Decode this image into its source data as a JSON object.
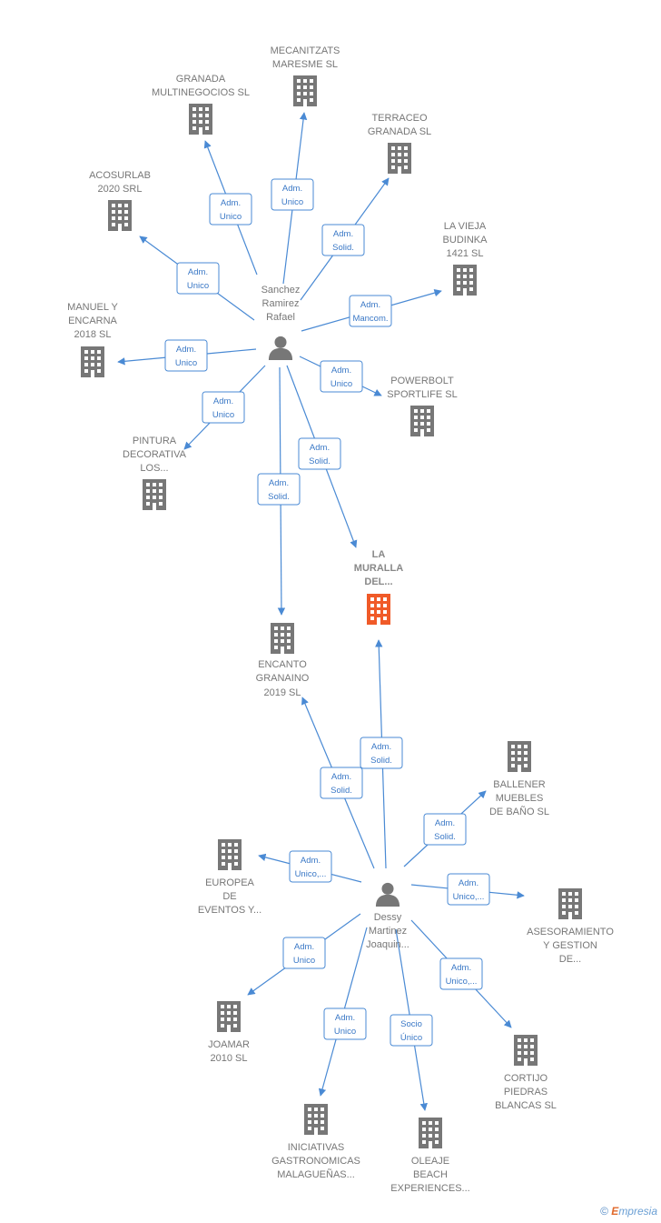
{
  "colors": {
    "edge": "#4a8ad4",
    "company": "#777777",
    "focus_company": "#f05a28",
    "person": "#777777"
  },
  "persons": [
    {
      "id": "sanchez",
      "label": [
        "Sanchez",
        "Ramirez",
        "Rafael"
      ],
      "icon": "person-icon"
    },
    {
      "id": "dessy",
      "label": [
        "Dessy",
        "Martinez",
        "Joaquin..."
      ],
      "icon": "person-icon"
    }
  ],
  "companies": [
    {
      "id": "mecanitzats",
      "label": [
        "MECANITZATS",
        "MARESME  SL"
      ],
      "icon": "building-icon"
    },
    {
      "id": "granada_multi",
      "label": [
        "GRANADA",
        "MULTINEGOCIOS SL"
      ],
      "icon": "building-icon"
    },
    {
      "id": "terraceo",
      "label": [
        "TERRACEO",
        "GRANADA  SL"
      ],
      "icon": "building-icon"
    },
    {
      "id": "acosurlab",
      "label": [
        "ACOSURLAB",
        "2020 SRL"
      ],
      "icon": "building-icon"
    },
    {
      "id": "vieja",
      "label": [
        "LA VIEJA",
        "BUDINKA",
        "1421 SL"
      ],
      "icon": "building-icon"
    },
    {
      "id": "manuel",
      "label": [
        "MANUEL Y",
        "ENCARNA",
        "2018  SL"
      ],
      "icon": "building-icon"
    },
    {
      "id": "powerbolt",
      "label": [
        "POWERBOLT",
        "SPORTLIFE  SL"
      ],
      "icon": "building-icon"
    },
    {
      "id": "pintura",
      "label": [
        "PINTURA",
        "DECORATIVA",
        "LOS..."
      ],
      "icon": "building-icon"
    },
    {
      "id": "muralla",
      "label": [
        "LA",
        "MURALLA",
        "DEL..."
      ],
      "icon": "building-icon",
      "focus": true
    },
    {
      "id": "encanto",
      "label": [
        "ENCANTO",
        "GRANAINO",
        "2019  SL"
      ],
      "icon": "building-icon"
    },
    {
      "id": "ballener",
      "label": [
        "BALLENER",
        "MUEBLES",
        "DE BAÑO  SL"
      ],
      "icon": "building-icon"
    },
    {
      "id": "europea",
      "label": [
        "EUROPEA",
        "DE",
        "EVENTOS Y..."
      ],
      "icon": "building-icon"
    },
    {
      "id": "asesoramiento",
      "label": [
        "ASESORAMIENTO",
        "Y GESTION",
        "DE..."
      ],
      "icon": "building-icon"
    },
    {
      "id": "joamar",
      "label": [
        "JOAMAR",
        "2010 SL"
      ],
      "icon": "building-icon"
    },
    {
      "id": "cortijo",
      "label": [
        "CORTIJO",
        "PIEDRAS",
        "BLANCAS  SL"
      ],
      "icon": "building-icon"
    },
    {
      "id": "iniciativas",
      "label": [
        "INICIATIVAS",
        "GASTRONOMICAS",
        "MALAGUEÑAS..."
      ],
      "icon": "building-icon"
    },
    {
      "id": "oleaje",
      "label": [
        "OLEAJE",
        "BEACH",
        "EXPERIENCES..."
      ],
      "icon": "building-icon"
    }
  ],
  "relations": [
    {
      "from": "sanchez",
      "to": "mecanitzats",
      "label": [
        "Adm.",
        "Unico"
      ]
    },
    {
      "from": "sanchez",
      "to": "granada_multi",
      "label": [
        "Adm.",
        "Unico"
      ]
    },
    {
      "from": "sanchez",
      "to": "terraceo",
      "label": [
        "Adm.",
        "Solid."
      ]
    },
    {
      "from": "sanchez",
      "to": "acosurlab",
      "label": [
        "Adm.",
        "Unico"
      ]
    },
    {
      "from": "sanchez",
      "to": "vieja",
      "label": [
        "Adm.",
        "Mancom."
      ]
    },
    {
      "from": "sanchez",
      "to": "manuel",
      "label": [
        "Adm.",
        "Unico"
      ]
    },
    {
      "from": "sanchez",
      "to": "powerbolt",
      "label": [
        "Adm.",
        "Unico"
      ]
    },
    {
      "from": "sanchez",
      "to": "pintura",
      "label": [
        "Adm.",
        "Unico"
      ]
    },
    {
      "from": "sanchez",
      "to": "muralla",
      "label": [
        "Adm.",
        "Solid."
      ]
    },
    {
      "from": "sanchez",
      "to": "encanto",
      "label": [
        "Adm.",
        "Solid."
      ]
    },
    {
      "from": "dessy",
      "to": "muralla",
      "label": [
        "Adm.",
        "Solid."
      ]
    },
    {
      "from": "dessy",
      "to": "encanto",
      "label": [
        "Adm.",
        "Solid."
      ]
    },
    {
      "from": "dessy",
      "to": "ballener",
      "label": [
        "Adm.",
        "Solid."
      ]
    },
    {
      "from": "dessy",
      "to": "europea",
      "label": [
        "Adm.",
        "Unico,..."
      ]
    },
    {
      "from": "dessy",
      "to": "asesoramiento",
      "label": [
        "Adm.",
        "Unico,..."
      ]
    },
    {
      "from": "dessy",
      "to": "joamar",
      "label": [
        "Adm.",
        "Unico"
      ]
    },
    {
      "from": "dessy",
      "to": "cortijo",
      "label": [
        "Adm.",
        "Unico,..."
      ]
    },
    {
      "from": "dessy",
      "to": "iniciativas",
      "label": [
        "Adm.",
        "Unico"
      ]
    },
    {
      "from": "dessy",
      "to": "oleaje",
      "label": [
        "Socio",
        "Único"
      ]
    }
  ],
  "footer": {
    "copyright": "©",
    "brand_initial": "E",
    "brand_rest": "mpresia"
  }
}
